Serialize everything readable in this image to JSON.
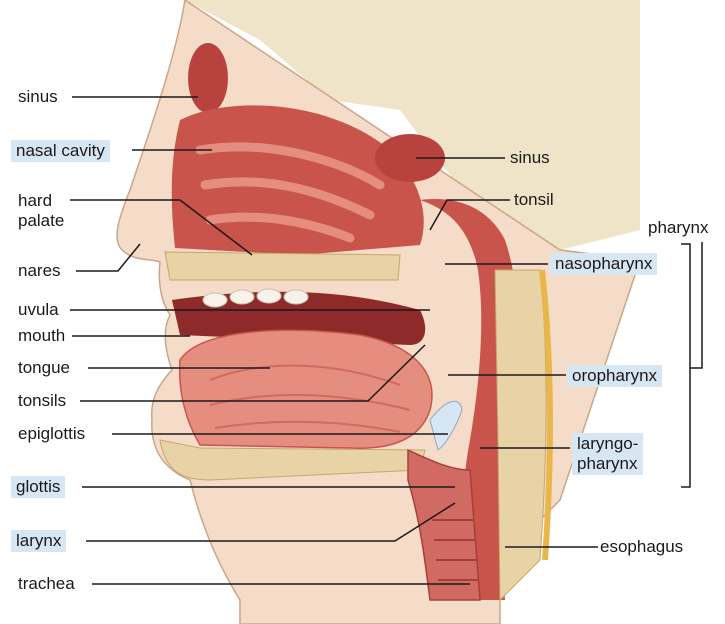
{
  "colors": {
    "highlight": "#d7e6f3",
    "muscle": "#d16a62",
    "tissue": "#e58e7f",
    "bone": "#e8d3a6",
    "skin": "#f4dcc8",
    "line": "#1a1a1a"
  },
  "labels": {
    "sinus_left": "sinus",
    "nasal_cavity": "nasal cavity",
    "hard_palate": "hard\npalate",
    "nares": "nares",
    "uvula": "uvula",
    "mouth": "mouth",
    "tongue": "tongue",
    "tonsils": "tonsils",
    "epiglottis": "epiglottis",
    "glottis": "glottis",
    "larynx": "larynx",
    "trachea": "trachea",
    "sinus_right": "sinus",
    "tonsil": "tonsil",
    "pharynx": "pharynx",
    "nasopharynx": "nasopharynx",
    "oropharynx": "oropharynx",
    "laryngopharynx": "laryngo-\npharynx",
    "esophagus": "esophagus"
  }
}
